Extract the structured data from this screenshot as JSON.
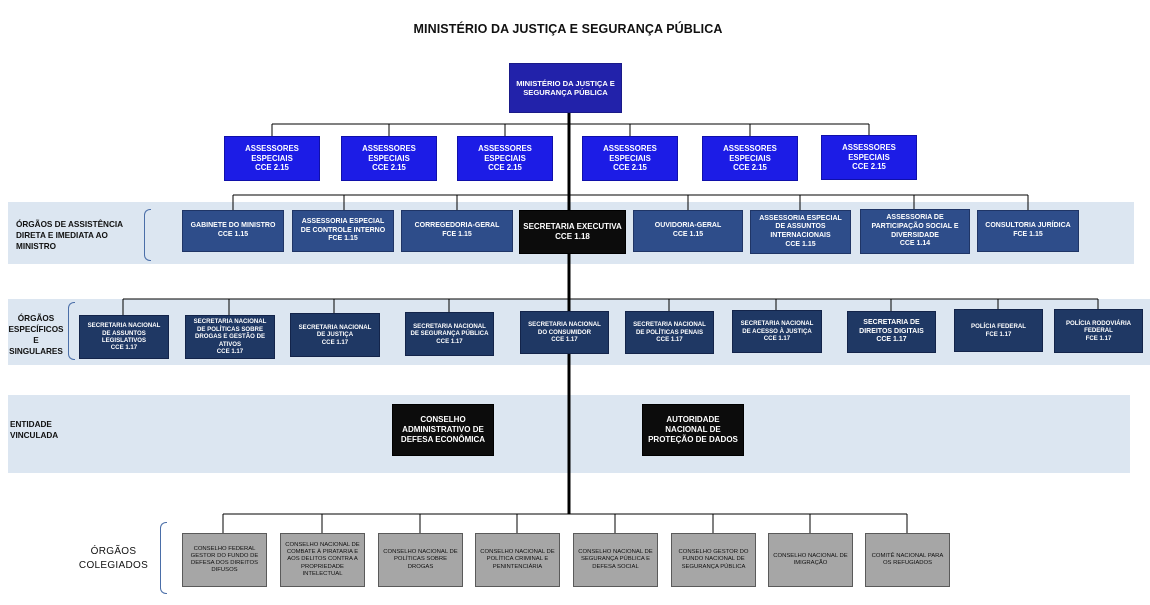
{
  "title": "MINISTÉRIO DA JUSTIÇA E SEGURANÇA PÚBLICA",
  "colors": {
    "band": "#dce6f1",
    "top_box": "#2222aa",
    "advisor_box": "#1c1ce6",
    "direct_box": "#2e4d8a",
    "secretariat_box": "#1f3864",
    "black_box": "#0c0c0c",
    "collegiate_box": "#a6a6a6"
  },
  "top": {
    "label": "MINISTÉRIO DA JUSTIÇA E SEGURANÇA PÚBLICA"
  },
  "advisors": [
    {
      "label": "ASSESSORES ESPECIAIS",
      "code": "CCE 2.15"
    },
    {
      "label": "ASSESSORES ESPECIAIS",
      "code": "CCE 2.15"
    },
    {
      "label": "ASSESSORES ESPECIAIS",
      "code": "CCE 2.15"
    },
    {
      "label": "ASSESSORES ESPECIAIS",
      "code": "CCE 2.15"
    },
    {
      "label": "ASSESSORES ESPECIAIS",
      "code": "CCE 2.15"
    },
    {
      "label": "ASSESSORES ESPECIAIS",
      "code": "CCE 2.15"
    }
  ],
  "direct": {
    "section_label": "ÓRGÃOS DE ASSISTÊNCIA DIRETA E IMEDIATA AO MINISTRO",
    "items": [
      {
        "label": "GABINETE DO MINISTRO",
        "code": "CCE 1.15"
      },
      {
        "label": "ASSESSORIA ESPECIAL DE CONTROLE INTERNO",
        "code": "FCE 1.15"
      },
      {
        "label": "CORREGEDORIA-GERAL",
        "code": "FCE 1.15"
      },
      {
        "label": "SECRETARIA EXECUTIVA",
        "code": "CCE 1.18"
      },
      {
        "label": "OUVIDORIA-GERAL",
        "code": "CCE 1.15"
      },
      {
        "label": "ASSESSORIA ESPECIAL DE ASSUNTOS INTERNACIONAIS",
        "code": "CCE 1.15"
      },
      {
        "label": "ASSESSORIA DE PARTICIPAÇÃO SOCIAL E DIVERSIDADE",
        "code": "CCE 1.14"
      },
      {
        "label": "CONSULTORIA JURÍDICA",
        "code": "FCE 1.15"
      }
    ]
  },
  "specific": {
    "section_label": "ÓRGÃOS ESPECÍFICOS E SINGULARES",
    "items": [
      {
        "label": "SECRETARIA NACIONAL DE ASSUNTOS LEGISLATIVOS",
        "code": "CCE 1.17"
      },
      {
        "label": "SECRETARIA NACIONAL DE POLÍTICAS SOBRE DROGAS E GESTÃO DE ATIVOS",
        "code": "CCE 1.17"
      },
      {
        "label": "SECRETARIA NACIONAL DE JUSTIÇA",
        "code": "CCE 1.17"
      },
      {
        "label": "SECRETARIA NACIONAL DE SEGURANÇA PÚBLICA",
        "code": "CCE 1.17"
      },
      {
        "label": "SECRETARIA NACIONAL DO CONSUMIDOR",
        "code": "CCE 1.17"
      },
      {
        "label": "SECRETARIA NACIONAL DE POLÍTICAS PENAIS",
        "code": "CCE 1.17"
      },
      {
        "label": "SECRETARIA NACIONAL DE ACESSO À JUSTIÇA",
        "code": "CCE 1.17"
      },
      {
        "label": "SECRETARIA DE DIREITOS DIGITAIS",
        "code": "CCE 1.17"
      },
      {
        "label": "POLÍCIA FEDERAL",
        "code": "FCE 1.17"
      },
      {
        "label": "POLÍCIA RODOVIÁRIA FEDERAL",
        "code": "FCE 1.17"
      }
    ]
  },
  "linked": {
    "section_label": "ENTIDADE VINCULADA",
    "items": [
      {
        "label": "CONSELHO ADMINISTRATIVO DE DEFESA ECONÔMICA"
      },
      {
        "label": "AUTORIDADE NACIONAL DE PROTEÇÃO DE DADOS"
      }
    ]
  },
  "collegiate": {
    "section_label": "ÓRGÃOS COLEGIADOS",
    "items": [
      {
        "label": "CONSELHO FEDERAL GESTOR DO FUNDO DE DEFESA DOS DIREITOS DIFUSOS"
      },
      {
        "label": "CONSELHO NACIONAL DE COMBATE À PIRATARIA E AOS DELITOS CONTRA A PROPRIEDADE INTELECTUAL"
      },
      {
        "label": "CONSELHO NACIONAL DE POLÍTICAS SOBRE DROGAS"
      },
      {
        "label": "CONSELHO NACIONAL DE POLÍTICA CRIMINAL E PENINTENCIÁRIA"
      },
      {
        "label": "CONSELHO NACIONAL DE SEGURANÇA PÚBLICA E DEFESA SOCIAL"
      },
      {
        "label": "CONSELHO GESTOR DO FUNDO NACIONAL DE SEGURANÇA PÚBLICA"
      },
      {
        "label": "CONSELHO NACIONAL DE IMIGRAÇÃO"
      },
      {
        "label": "COMITÊ NACIONAL PARA OS REFUGIADOS"
      }
    ]
  }
}
